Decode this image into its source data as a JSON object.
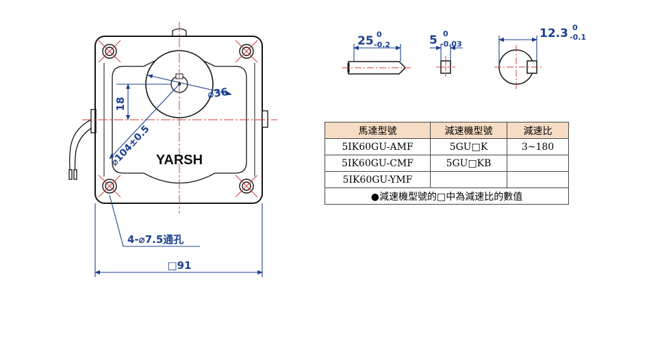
{
  "motor": {
    "brand": "YARSH",
    "dim_shaft_dia": "⌀36",
    "dim_offset": "18",
    "dim_flange_dia": "⌀104±0.5",
    "dim_holes": "4-⌀7.5通孔",
    "dim_square": "□91"
  },
  "shaft_detail": {
    "length_value": "25",
    "length_upper": "0",
    "length_lower": "-0.2",
    "key_value": "5",
    "key_upper": "0",
    "key_lower": "-0.03",
    "section_value": "12.3",
    "section_upper": "0",
    "section_lower": "-0.1"
  },
  "table": {
    "headers": [
      "馬達型號",
      "減速機型號",
      "減速比"
    ],
    "rows": [
      [
        "5IK60GU-AMF",
        "5GU□K",
        "3~180"
      ],
      [
        "5IK60GU-CMF",
        "5GU□KB",
        ""
      ],
      [
        "5IK60GU-YMF",
        "",
        ""
      ]
    ],
    "note": "●減速機型號的□中為減速比的數值"
  },
  "colors": {
    "line": "#111111",
    "center_line": "#d23a3a",
    "dimension": "#1a3f8f",
    "header_fill": "#f7dcc4"
  }
}
